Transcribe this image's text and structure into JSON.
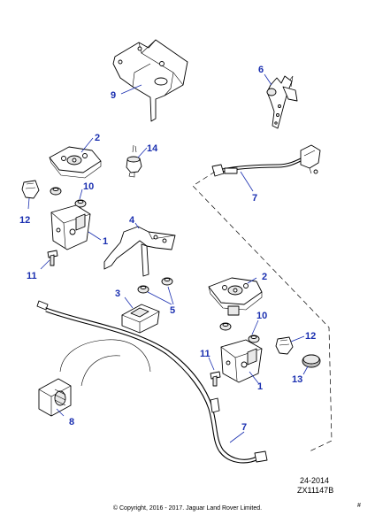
{
  "callouts": {
    "c9": "9",
    "c6": "6",
    "c2a": "2",
    "c14": "14",
    "c10a": "10",
    "c12a": "12",
    "c7a": "7",
    "c4": "4",
    "c1a": "1",
    "c11a": "11",
    "c2b": "2",
    "c3": "3",
    "c5": "5",
    "c10b": "10",
    "c12b": "12",
    "c11b": "11",
    "c1b": "1",
    "c13": "13",
    "c8": "8",
    "c7b": "7"
  },
  "diagram_id_line1": "24-2014",
  "diagram_id_line2": "ZX11147B",
  "copyright": "© Copyright, 2016 - 2017. Jaguar Land Rover Limited.",
  "corner_mark": "#",
  "colors": {
    "callout": "#1a2fb0",
    "line": "#000000"
  }
}
